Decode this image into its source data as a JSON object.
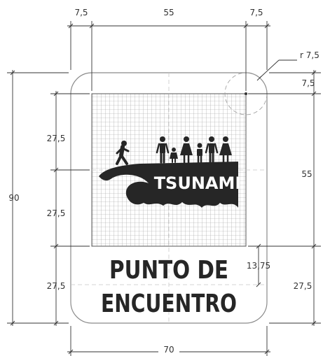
{
  "sign": {
    "banner": "TSUNAMI",
    "caption_line1": "PUNTO DE",
    "caption_line2": "ENCUENTRO"
  },
  "dimensions": {
    "top_left_margin": "7,5",
    "top_width": "55",
    "top_right_margin": "7,5",
    "corner_radius": "r 7,5",
    "right_top_margin": "7,5",
    "right_pictogram_height": "55",
    "right_bottom": "27,5",
    "left_total": "90",
    "left_upper": "27,5",
    "left_middle": "27,5",
    "left_lower": "27,5",
    "inner_text_height": "13,75",
    "bottom_width": "70"
  },
  "colors": {
    "panel": "#262626",
    "grid": "#9a9a9a",
    "dim_line": "#333333",
    "guide": "#c8c8c8"
  }
}
